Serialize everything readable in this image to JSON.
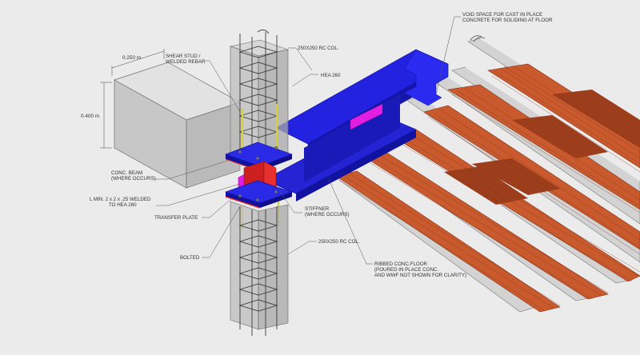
{
  "dimensions": {
    "beam_width": "0.250 m",
    "beam_depth": "0.400 m"
  },
  "labels": {
    "shear_stud": [
      "SHEAR STUD /",
      "WELDED REBAR"
    ],
    "column_top": "250X250 RC COL.",
    "hea": "HEA 260",
    "conc_beam": [
      "CONC. BEAM",
      "(WHERE OCCURS)"
    ],
    "angle": [
      "L MIN. 2 x 2 x .25 WELDED",
      "TO HEA 260"
    ],
    "transfer_plate": "TRANSFER PLATE",
    "stiffener": [
      "STIFFNER",
      "(WHERE OCCURS)"
    ],
    "bolted": "BOLTED",
    "column_bottom": "250X250 RC COL.",
    "ribbed_floor": [
      "RIBBED CONC.FLOOR",
      "(POURED IN PLACE CONC.",
      "AND WWF NOT SHOWN FOR CLARITY)"
    ],
    "void_space": [
      "VOID SPACE FOR CAST IN PLACE",
      "CONCRETE FOR SOLIDING AT FLOOR"
    ]
  },
  "colors": {
    "background": "#ebebeb",
    "steel_blue": "#1f1fdc",
    "steel_dark": "#1414a0",
    "magenta": "#e21ee2",
    "brick": "#c85a2e",
    "brick_dark": "#8a3518",
    "concrete": "#cfcfcf",
    "column_glass": "#c8c8c8",
    "stud": "#e6e04a",
    "red_plate": "#e02020"
  }
}
